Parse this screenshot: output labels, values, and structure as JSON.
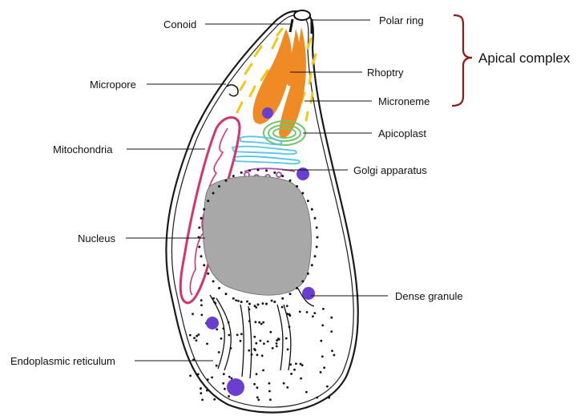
{
  "labels": {
    "conoid": "Conoid",
    "polar_ring": "Polar ring",
    "rhoptry": "Rhoptry",
    "micronema": "Microneme",
    "micropore": "Micropore",
    "apicoplast": "Apicoplast",
    "mitochondria": "Mitochondria",
    "golgi": "Golgi apparatus",
    "nucleus": "Nucleus",
    "dense_granule": "Dense granule",
    "er": "Endoplasmic reticulum",
    "apical_complex": "Apical complex"
  },
  "colors": {
    "membrane": "#1a1a1a",
    "nucleus": "#a8a8a8",
    "rhoptry": "#f08a24",
    "microneme": "#f5c518",
    "apicoplast": "#72c56b",
    "mitochondria": "#d6336c",
    "golgi_blue": "#56c4e8",
    "golgi_purple": "#b04aa8",
    "dense_granule": "#6a3fd0",
    "bracket": "#8b1a1a"
  }
}
